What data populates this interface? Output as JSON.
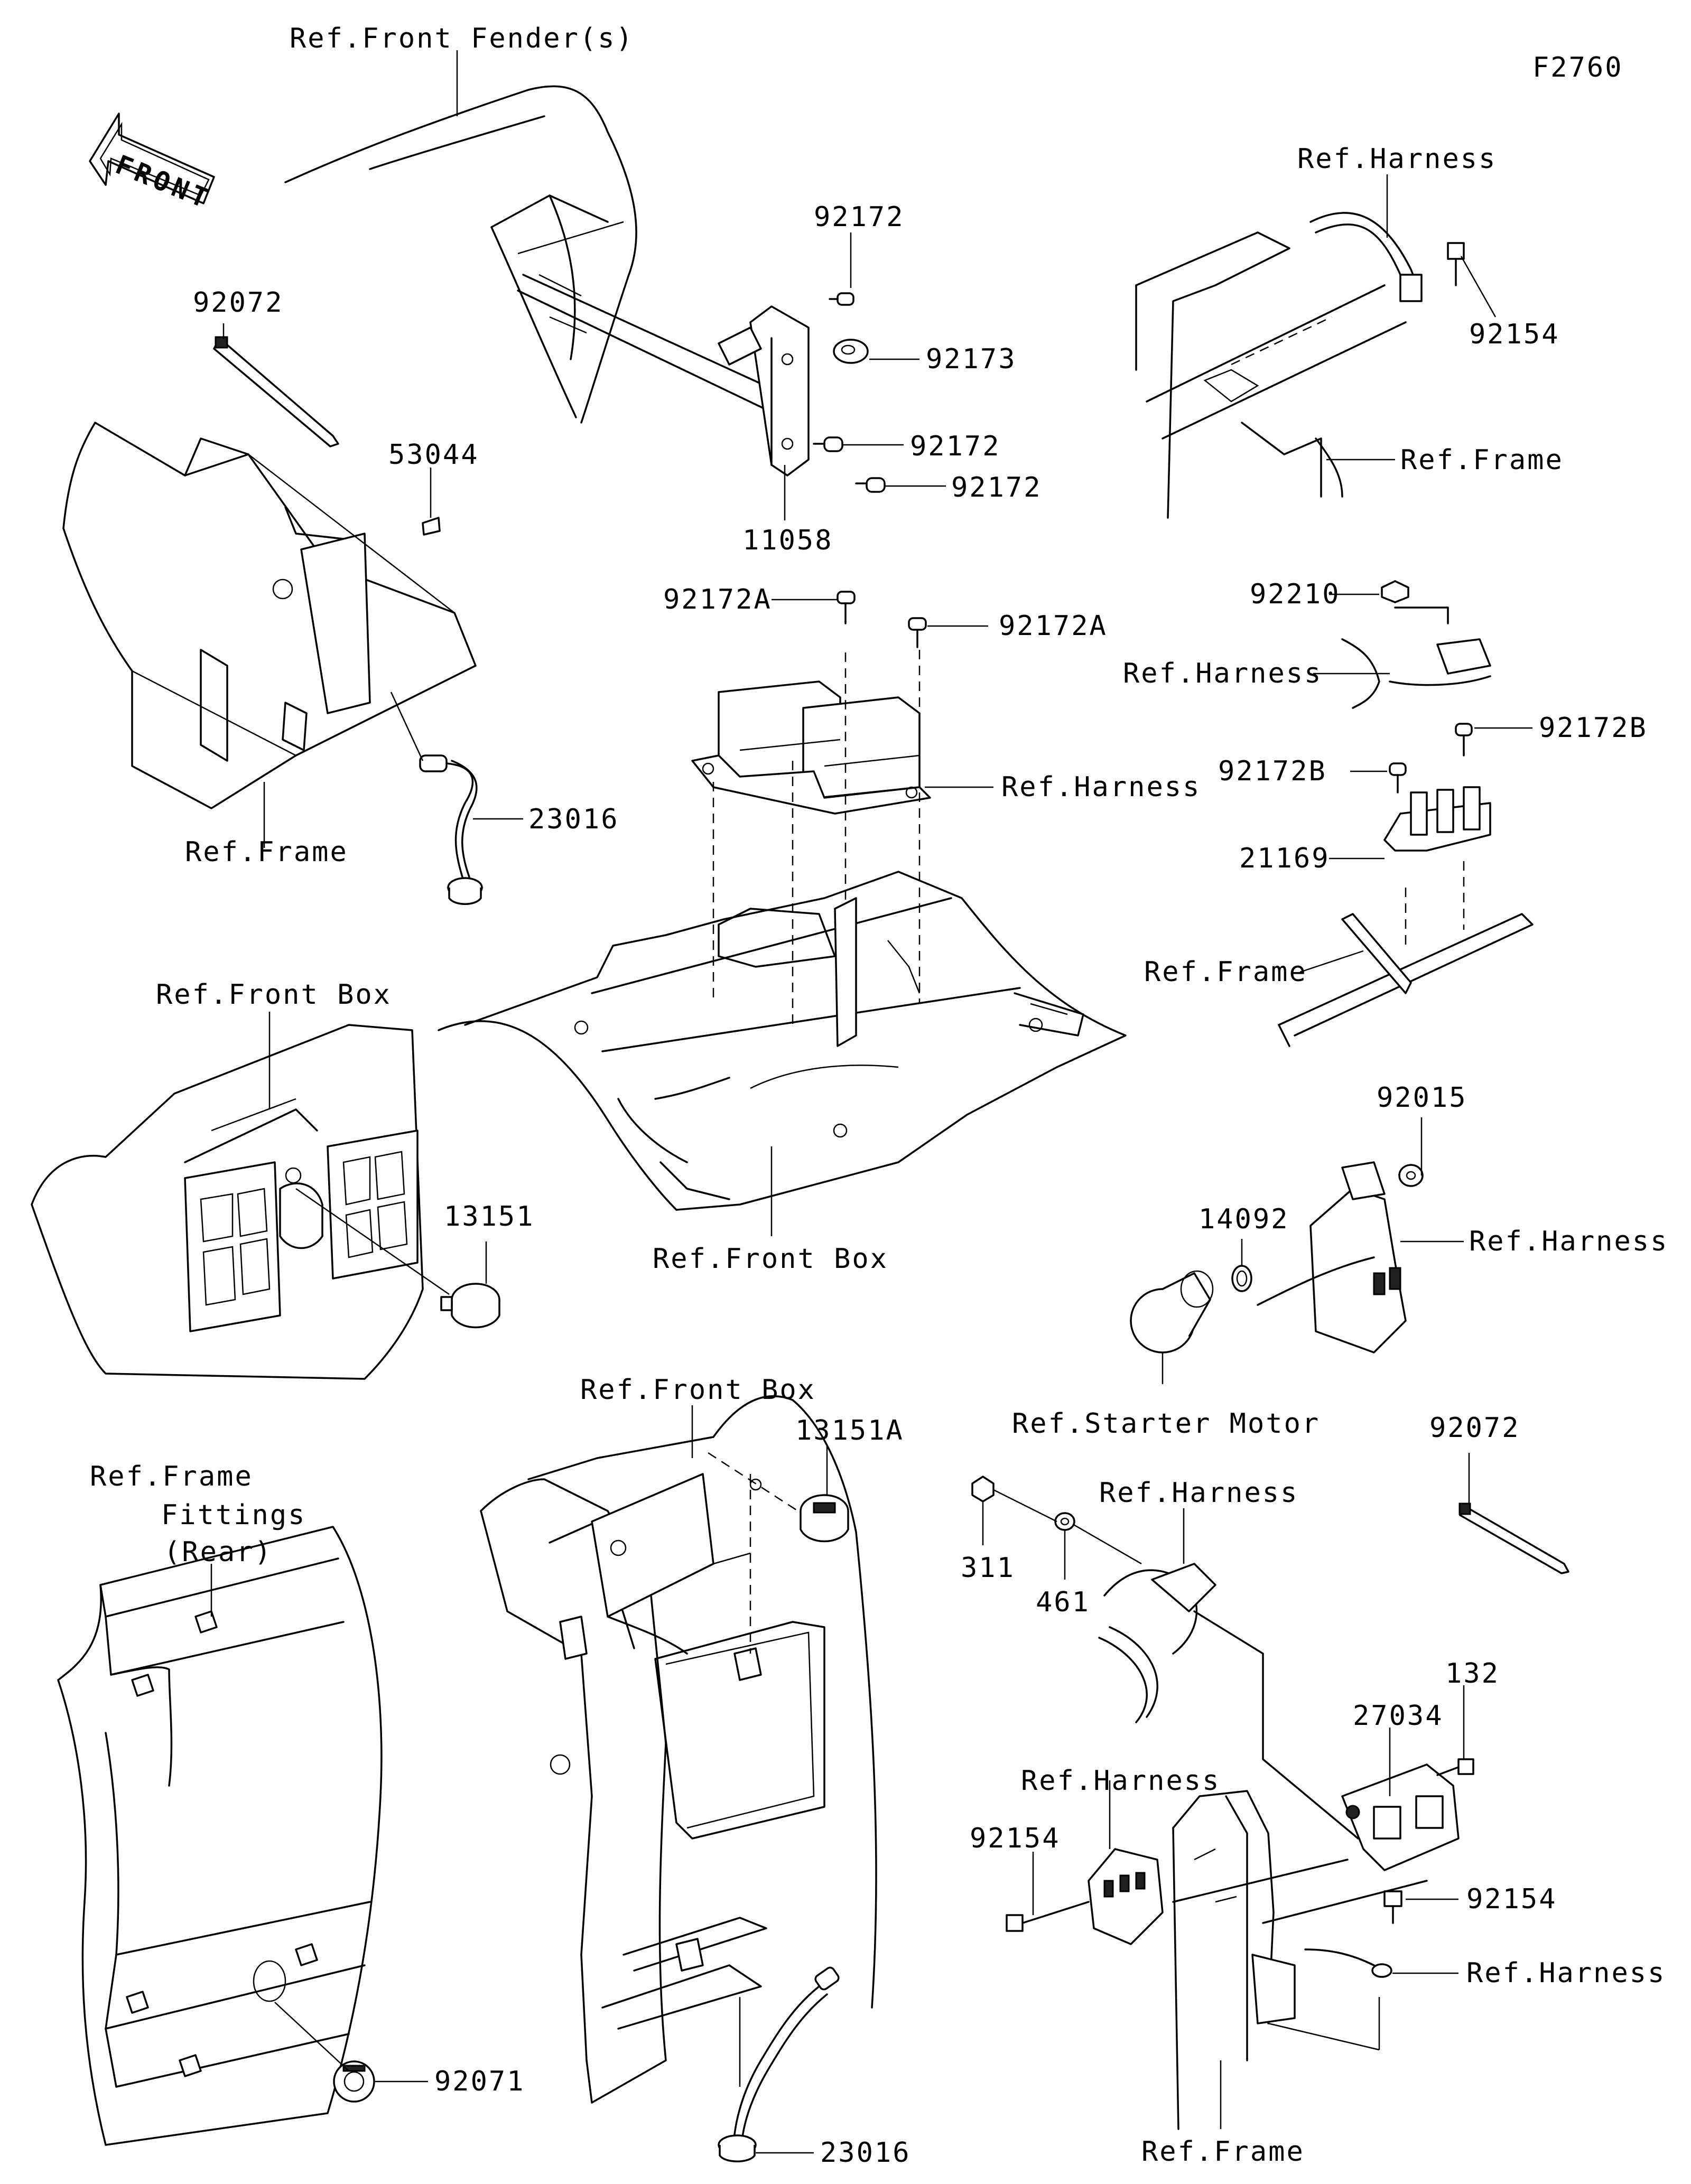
{
  "figure_id": "F2760",
  "front_arrow": "FRONT",
  "labels": {
    "ref_front_fender": "Ref.Front Fender(s)",
    "ref_harness_1": "Ref.Harness",
    "ref_frame_1": "Ref.Frame",
    "ref_frame_2": "Ref.Frame",
    "ref_harness_2": "Ref.Harness",
    "ref_harness_3": "Ref.Harness",
    "ref_frame_3": "Ref.Frame",
    "ref_front_box_1": "Ref.Front Box",
    "ref_front_box_2": "Ref.Front Box",
    "ref_harness_4": "Ref.Harness",
    "ref_starter_motor": "Ref.Starter Motor",
    "ref_front_box_3": "Ref.Front Box",
    "ref_frame_fittings_1": "Ref.Frame",
    "ref_frame_fittings_2": "Fittings",
    "ref_frame_fittings_3": "(Rear)",
    "ref_harness_5": "Ref.Harness",
    "ref_harness_6": "Ref.Harness",
    "ref_harness_7": "Ref.Harness",
    "ref_frame_4": "Ref.Frame"
  },
  "parts": {
    "p92172_a": "92172",
    "p92173": "92173",
    "p92172_b": "92172",
    "p92172_c": "92172",
    "p11058": "11058",
    "p92072_a": "92072",
    "p53044": "53044",
    "p23016_a": "23016",
    "p92154_a": "92154",
    "p92172A_a": "92172A",
    "p92172A_b": "92172A",
    "p92210": "92210",
    "p92172B_a": "92172B",
    "p92172B_b": "92172B",
    "p21169": "21169",
    "p13151": "13151",
    "p92015": "92015",
    "p14092": "14092",
    "p13151A": "13151A",
    "p92072_b": "92072",
    "p311": "311",
    "p461": "461",
    "p132": "132",
    "p27034": "27034",
    "p92154_b": "92154",
    "p92154_c": "92154",
    "p92071": "92071",
    "p23016_b": "23016"
  }
}
